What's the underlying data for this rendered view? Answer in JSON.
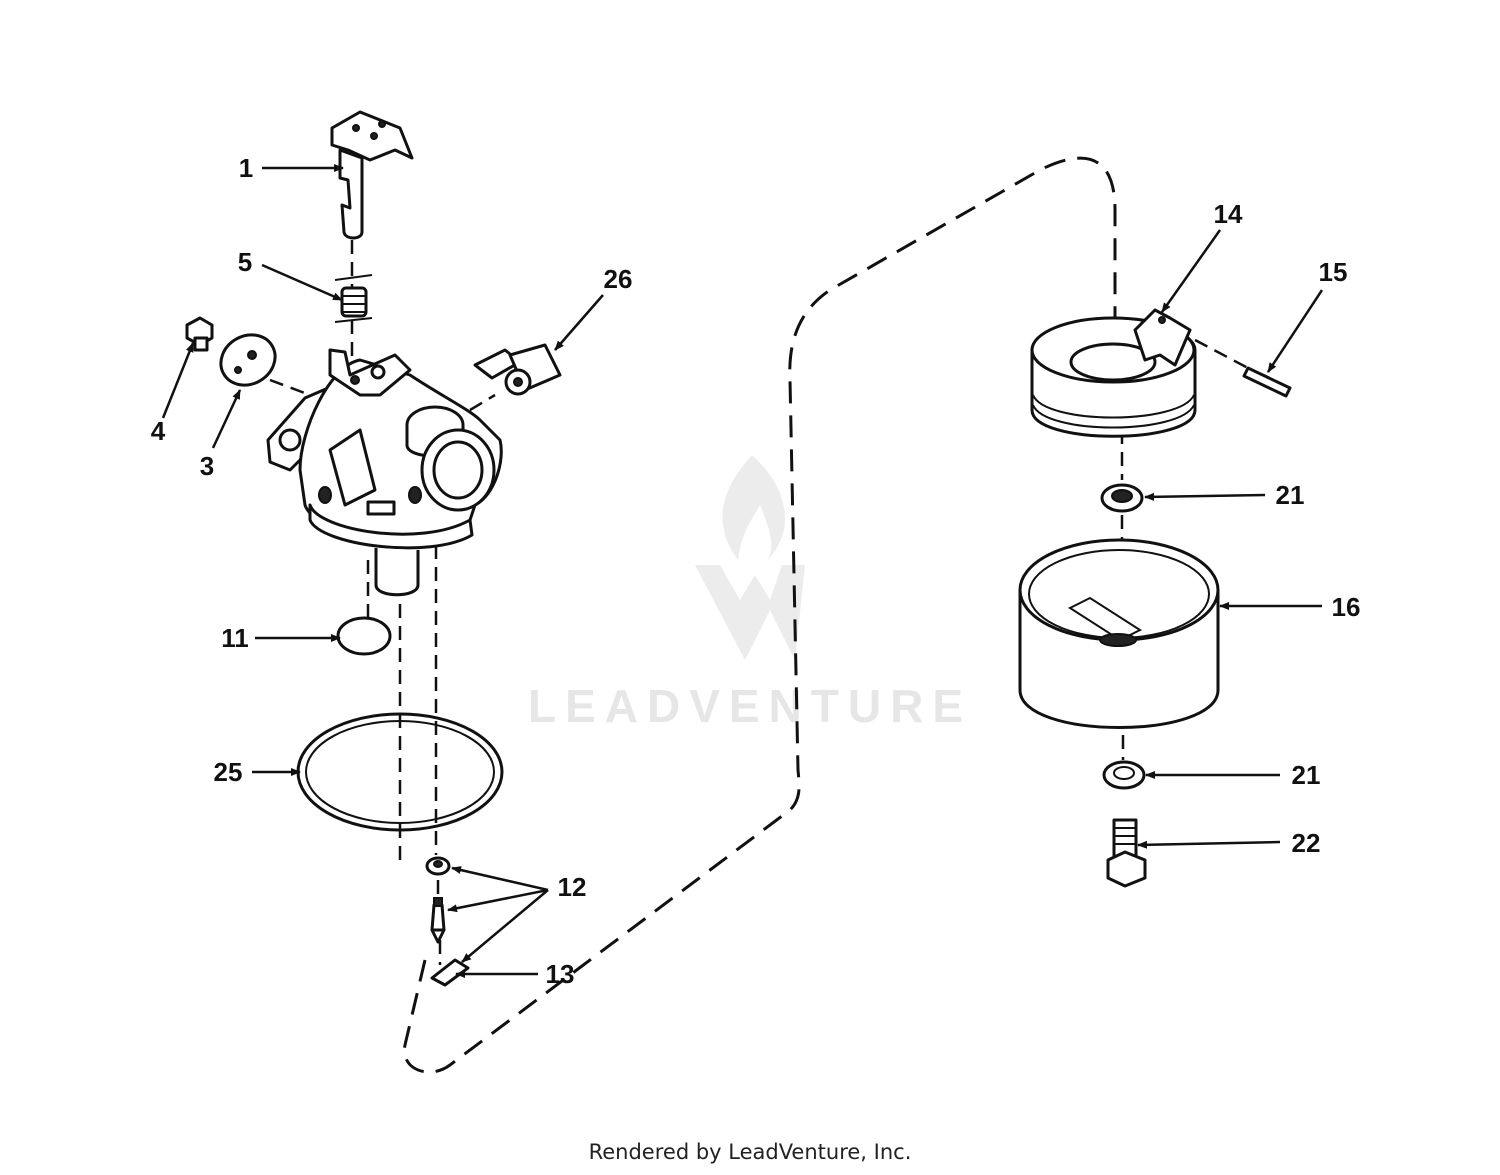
{
  "callouts": {
    "c1": "1",
    "c3": "3",
    "c4": "4",
    "c5": "5",
    "c11": "11",
    "c12": "12",
    "c13": "13",
    "c14": "14",
    "c15": "15",
    "c16": "16",
    "c21a": "21",
    "c21b": "21",
    "c22": "22",
    "c25": "25",
    "c26": "26"
  },
  "watermark": {
    "text": "LEADVENTURE"
  },
  "footer": {
    "text": "Rendered by LeadVenture, Inc."
  },
  "colors": {
    "ink": "#111111",
    "watermark": "#e6e6e6",
    "background": "#ffffff"
  }
}
